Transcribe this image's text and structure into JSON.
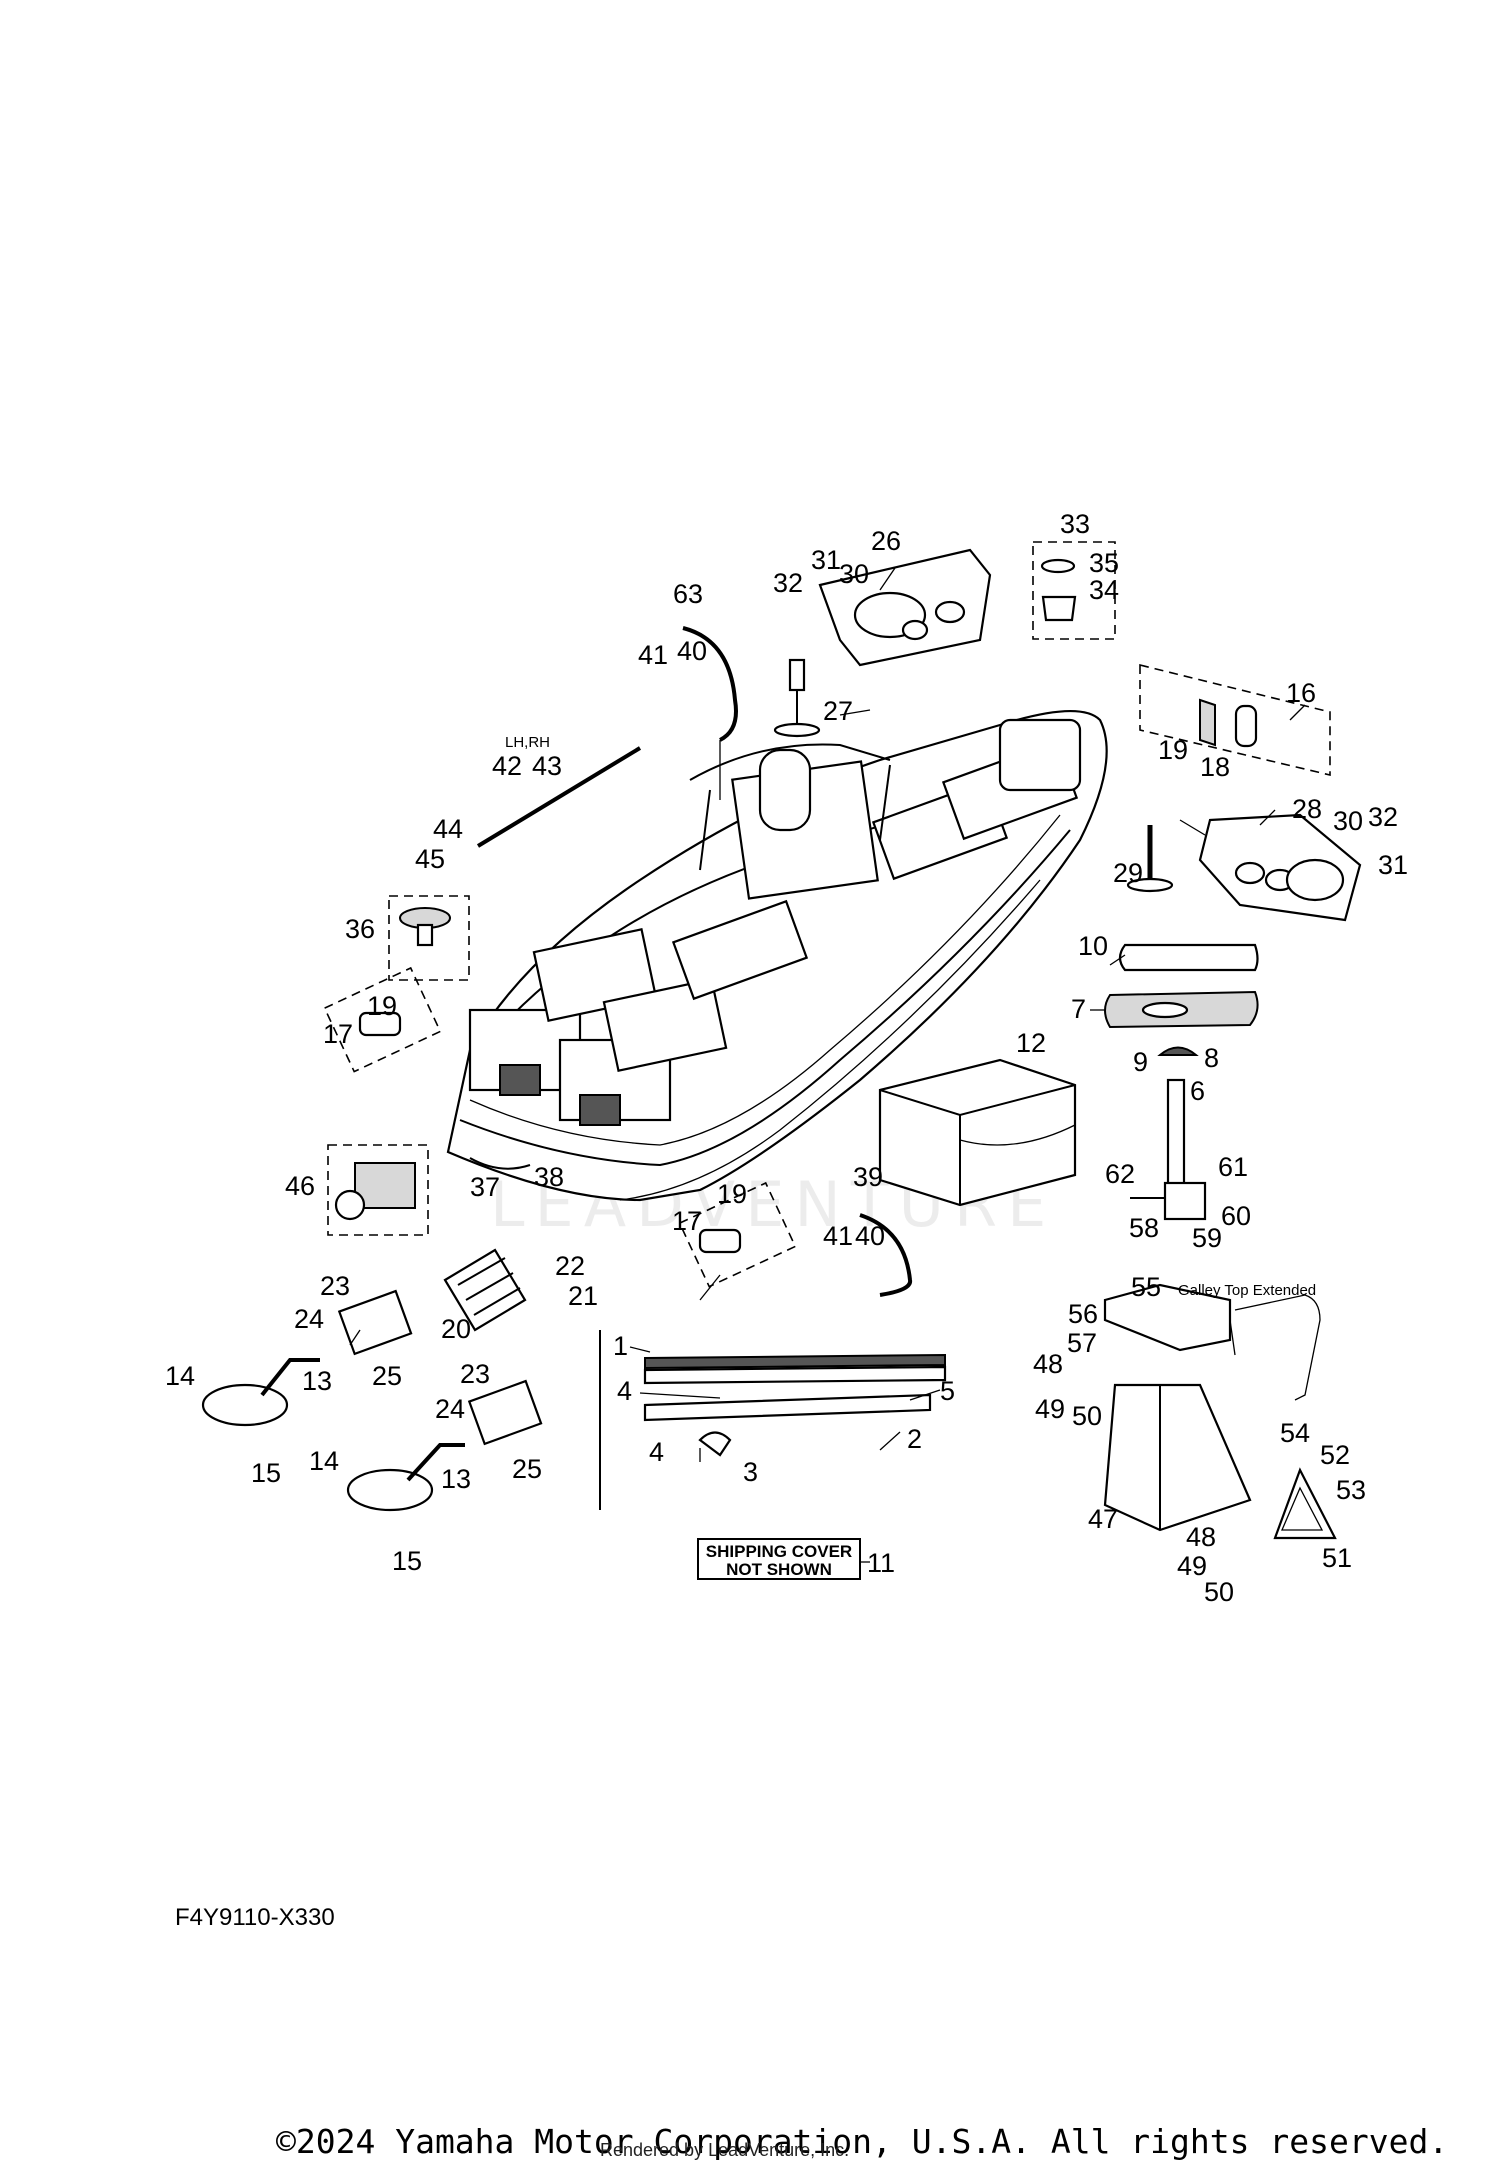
{
  "diagram": {
    "code": "F4Y9110-X330",
    "copyright": "©2024 Yamaha Motor Corporation, U.S.A. All rights reserved.",
    "rendered_by": "Rendered by LeadVenture, Inc.",
    "watermark": "LEADVENTURE",
    "notes": {
      "lh_rh": "LH,RH",
      "galley_top": "Galley Top Extended",
      "shipping_cover_line1": "SHIPPING COVER",
      "shipping_cover_line2": "NOT SHOWN"
    },
    "callouts": {
      "c1": "1",
      "c2": "2",
      "c3": "3",
      "c4a": "4",
      "c4b": "4",
      "c5": "5",
      "c6": "6",
      "c7": "7",
      "c8": "8",
      "c9": "9",
      "c10": "10",
      "c11": "11",
      "c12": "12",
      "c13a": "13",
      "c13b": "13",
      "c14a": "14",
      "c14b": "14",
      "c15a": "15",
      "c15b": "15",
      "c16": "16",
      "c17a": "17",
      "c17b": "17",
      "c18": "18",
      "c19a": "19",
      "c19b": "19",
      "c19c": "19",
      "c20": "20",
      "c21": "21",
      "c22": "22",
      "c23a": "23",
      "c23b": "23",
      "c24a": "24",
      "c24b": "24",
      "c25a": "25",
      "c25b": "25",
      "c26": "26",
      "c27": "27",
      "c28": "28",
      "c29": "29",
      "c30a": "30",
      "c30b": "30",
      "c31a": "31",
      "c31b": "31",
      "c32a": "32",
      "c32b": "32",
      "c33": "33",
      "c34": "34",
      "c35": "35",
      "c36": "36",
      "c37": "37",
      "c38": "38",
      "c39": "39",
      "c40a": "40",
      "c40b": "40",
      "c41a": "41",
      "c41b": "41",
      "c42": "42",
      "c43": "43",
      "c44": "44",
      "c45": "45",
      "c46": "46",
      "c47": "47",
      "c48a": "48",
      "c48b": "48",
      "c49a": "49",
      "c49b": "49",
      "c50a": "50",
      "c50b": "50",
      "c51": "51",
      "c52": "52",
      "c53": "53",
      "c54": "54",
      "c55": "55",
      "c56": "56",
      "c57": "57",
      "c58": "58",
      "c59": "59",
      "c60": "60",
      "c61": "61",
      "c62": "62",
      "c63": "63"
    }
  }
}
